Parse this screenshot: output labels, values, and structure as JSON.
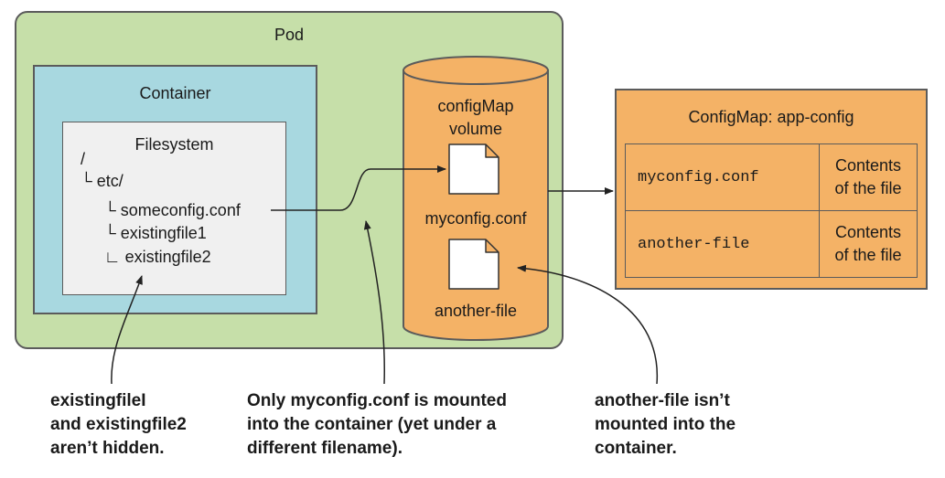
{
  "pod": {
    "title": "Pod"
  },
  "container": {
    "title": "Container"
  },
  "filesystem": {
    "title": "Filesystem",
    "root": "/",
    "etc": "└ etc/",
    "entries": [
      "└ someconfig.conf",
      "└ existingfile1",
      "∟ existingfile2"
    ]
  },
  "volume": {
    "title_line1": "configMap",
    "title_line2": "volume",
    "files": [
      "myconfig.conf",
      "another-file"
    ]
  },
  "configmap": {
    "title": "ConfigMap: app-config",
    "rows": [
      {
        "key": "myconfig.conf",
        "value_line1": "Contents",
        "value_line2": "of the file"
      },
      {
        "key": "another-file",
        "value_line1": "Contents",
        "value_line2": "of the file"
      }
    ]
  },
  "annotations": {
    "left": [
      "existingfileI",
      "and existingfile2",
      "aren’t hidden."
    ],
    "middle": [
      "Only myconfig.conf is mounted",
      "into the container (yet under a",
      "different filename)."
    ],
    "right": [
      "another-file isn’t",
      "mounted into the",
      "container."
    ]
  },
  "colors": {
    "pod": "#c6dfa9",
    "container": "#a8d8e0",
    "filesystem": "#f0f0f0",
    "volume": "#f4b266",
    "configmap": "#f4b266",
    "border": "#5b5b5b"
  }
}
